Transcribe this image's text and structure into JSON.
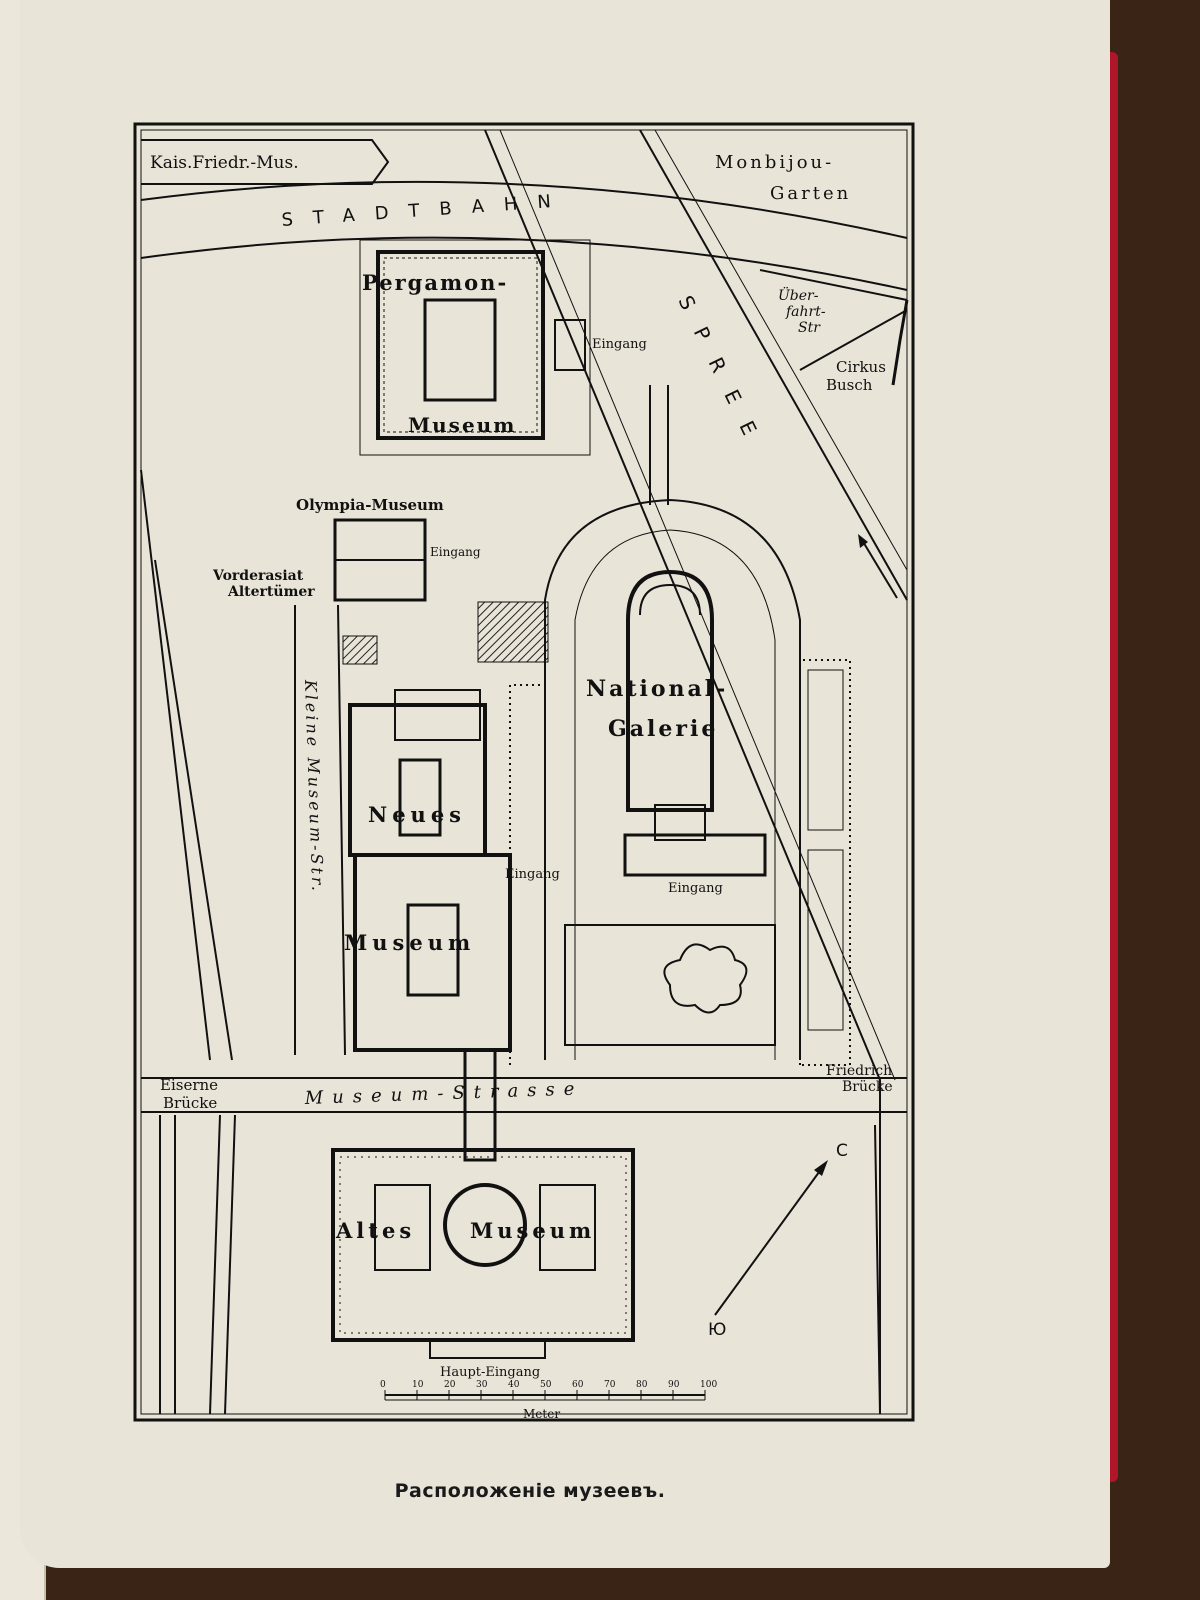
{
  "caption": "Расположеніе музеевъ.",
  "map": {
    "labels": {
      "kais_friedr_mus": "Kais.Friedr.-Mus.",
      "monbijou": "Monbijou-",
      "garten": "Garten",
      "stadtbahn": "STADTBAHN",
      "ueber": "Über-",
      "fahrt": "fahrt-",
      "str": "Str",
      "cirkus": "Cirkus",
      "busch": "Busch",
      "pergamon": "Pergamon-",
      "pergamon_museum": "Museum",
      "eingang_pergamon": "Eingang",
      "spree": "SPREE",
      "olympia_museum": "Olympia-Museum",
      "eingang_olympia": "Eingang",
      "vorderasiat": "Vorderasiat",
      "altertuemer": "Altertümer",
      "national": "National-",
      "galerie": "Galerie",
      "eingang_national": "Eingang",
      "eingang_national_front": "Eingang",
      "kleine_museum_str": "Kleine Museum-Str.",
      "neues": "Neues",
      "neues_museum": "Museum",
      "eiserne": "Eiserne",
      "bruecke_left": "Brücke",
      "museum_strasse": "Museum-Strasse",
      "friedrich": "Friedrich",
      "bruecke_right": "Brücke",
      "altes": "Altes",
      "altes_museum": "Museum",
      "haupt_eingang": "Haupt-Eingang",
      "compass_north": "C",
      "compass_south": "Ю"
    },
    "scale": {
      "ticks": [
        "0",
        "10",
        "20",
        "30",
        "40",
        "50",
        "60",
        "70",
        "80",
        "90",
        "100"
      ],
      "unit": "Meter"
    }
  }
}
